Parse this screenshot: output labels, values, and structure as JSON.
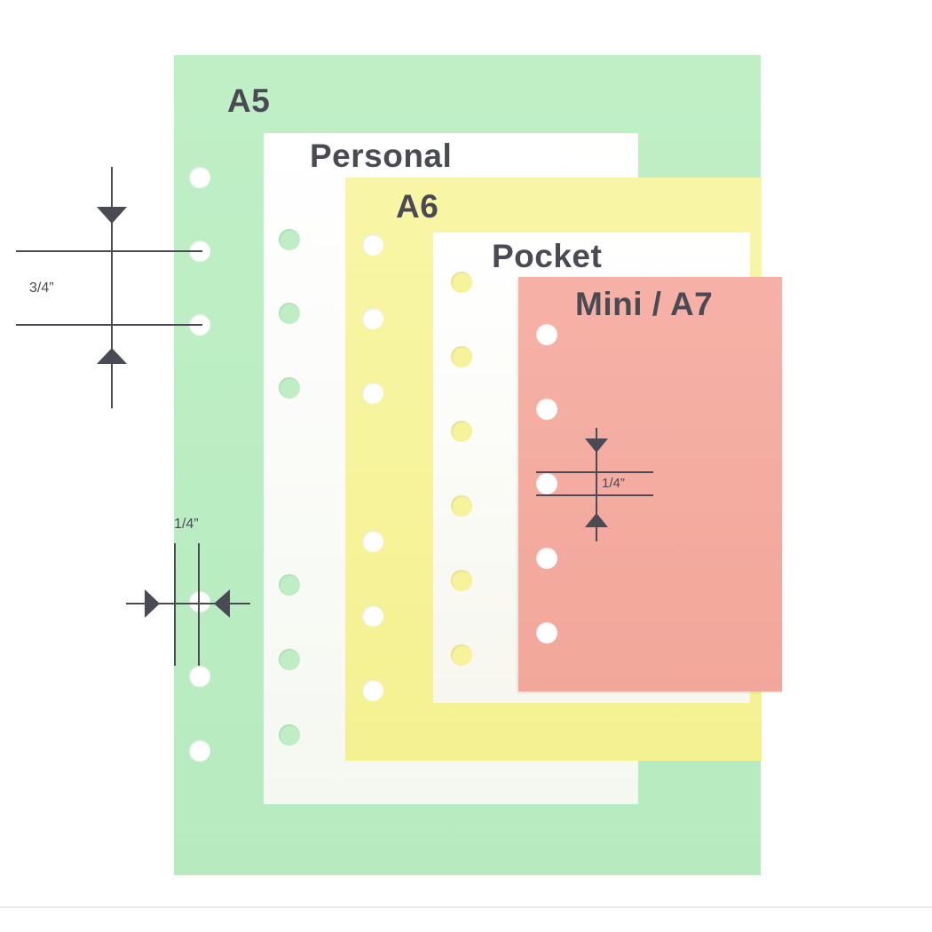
{
  "sheets": {
    "a5": {
      "label": "A5",
      "color": "#bfeec5"
    },
    "personal": {
      "label": "Personal",
      "color": "#ffffff"
    },
    "a6": {
      "label": "A6",
      "color": "#f6f39b"
    },
    "pocket": {
      "label": "Pocket",
      "color": "#ffffff"
    },
    "mini": {
      "label": "Mini / A7",
      "color": "#f4ab9f"
    }
  },
  "dimensions": {
    "hole_spacing": "3/4”",
    "hole_diameter": "1/4”",
    "mini_hole_diameter": "1/4”"
  },
  "colors": {
    "text": "#4a4a55",
    "line": "#4a4a55"
  }
}
